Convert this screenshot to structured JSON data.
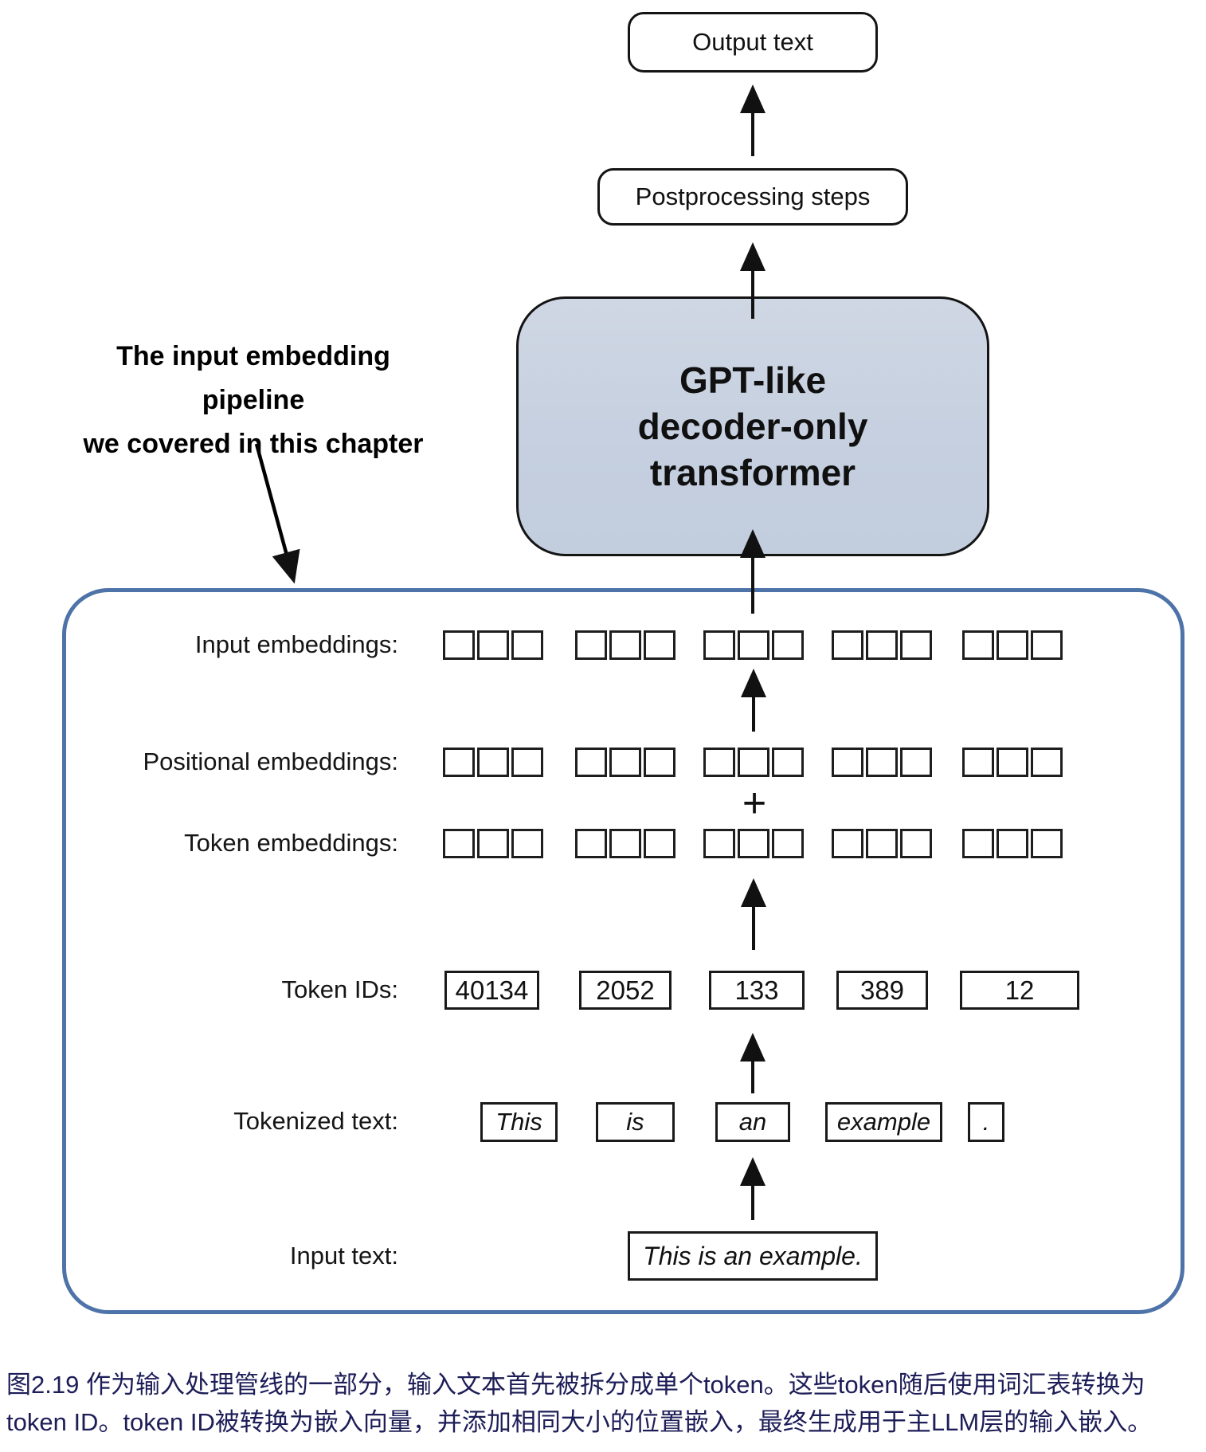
{
  "colors": {
    "frame_border": "#4e73a8",
    "gpt_fill_top": "#cfd7e4",
    "gpt_fill_bottom": "#c2cdde",
    "box_border": "#141414",
    "caption_text": "#1d1d58"
  },
  "top_flow": {
    "output_label": "Output text",
    "postprocessing_label": "Postprocessing steps",
    "gpt_lines": [
      "GPT-like",
      "decoder-only",
      "transformer"
    ]
  },
  "annotation": {
    "line1": "The input embedding pipeline",
    "line2": "we covered in this chapter"
  },
  "pipeline": {
    "labels": {
      "input_embeddings": "Input embeddings:",
      "positional_embeddings": "Positional embeddings:",
      "token_embeddings": "Token embeddings:",
      "token_ids": "Token IDs:",
      "tokenized_text": "Tokenized text:",
      "input_text": "Input text:"
    },
    "plus_sign": "+",
    "embedding_columns": 5,
    "cells_per_vector": 3,
    "token_ids": [
      "40134",
      "2052",
      "133",
      "389",
      "12"
    ],
    "tokens": [
      "This",
      "is",
      "an",
      "example",
      "."
    ],
    "input_text": "This is an example."
  },
  "caption": {
    "line1": "图2.19 作为输入处理管线的一部分，输入文本首先被拆分成单个token。这些token随后使用词汇表转换为",
    "line2": "token ID。token ID被转换为嵌入向量，并添加相同大小的位置嵌入，最终生成用于主LLM层的输入嵌入。"
  }
}
